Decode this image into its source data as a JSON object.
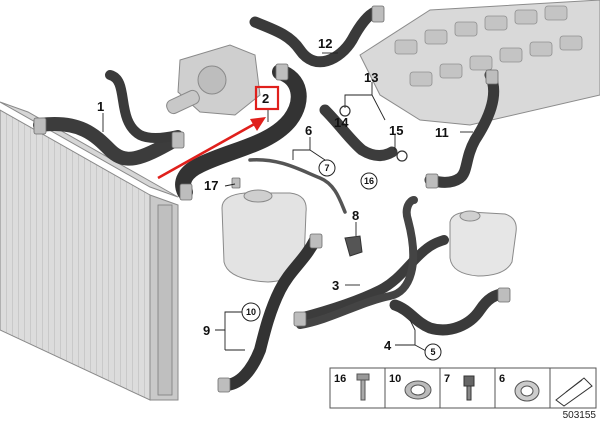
{
  "diagram": {
    "id": "503155",
    "highlight_color": "#e0201c",
    "callouts": {
      "c1": "1",
      "c2": "2",
      "c3": "3",
      "c4": "4",
      "c6": "6",
      "c8": "8",
      "c9": "9",
      "c11": "11",
      "c12": "12",
      "c13": "13",
      "c14": "14",
      "c15": "15",
      "c17": "17"
    },
    "circled_refs": {
      "r7": "7",
      "r10": "10",
      "r16": "16",
      "r5": "5"
    },
    "legend": {
      "item16": "16",
      "item10": "10",
      "item7": "7",
      "item6": "6"
    }
  }
}
